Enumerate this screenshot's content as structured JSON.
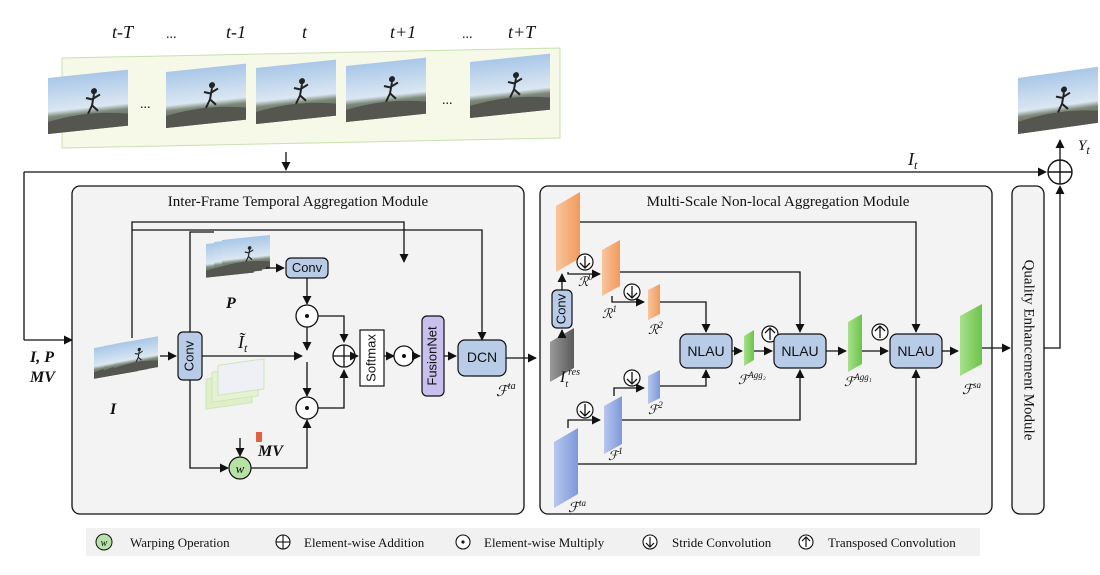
{
  "frame_labels": [
    "t-T",
    "...",
    "t-1",
    "t",
    "t+1",
    "...",
    "t+T"
  ],
  "frame_dots": [
    "...",
    "..."
  ],
  "modules": {
    "temporal": "Inter-Frame Temporal Aggregation Module",
    "nonlocal": "Multi-Scale Non-local Aggregation Module",
    "quality": "Quality Enhancement Module"
  },
  "labels": {
    "input": "I, P",
    "mv": "MV",
    "I": "I",
    "P": "P",
    "MV_label": "MV",
    "I_tilde": "Ĩ",
    "I_tilde_sub": "t",
    "I_t": "I",
    "I_t_sub": "t",
    "Y": "Y",
    "Y_sub": "t",
    "I_res": "I",
    "I_res_sub": "t",
    "I_res_sup": "res",
    "F_ta": "ℱ",
    "F_ta_sup": "ta",
    "F_ta2": "ℱ",
    "F_ta2_sup": "ta",
    "R0": "ℛ",
    "R0_sup": "0",
    "R1": "ℛ",
    "R1_sup": "1",
    "R2": "ℛ",
    "R2_sup": "2",
    "F1": "ℱ",
    "F1_sup": "1",
    "F2": "ℱ",
    "F2_sup": "2",
    "F_agg2": "ℱ",
    "F_agg2_sup": "Agg₂",
    "F_agg1": "ℱ",
    "F_agg1_sup": "Agg₁",
    "F_sa": "ℱ",
    "F_sa_sup": "sa",
    "w": "w"
  },
  "boxes": {
    "conv_main": "Conv",
    "conv_p": "Conv",
    "softmax": "Softmax",
    "fusionnet": "FusionNet",
    "dcn": "DCN",
    "conv_res": "Conv",
    "nlau1": "NLAU",
    "nlau2": "NLAU",
    "nlau3": "NLAU"
  },
  "legend": [
    {
      "icon": "warping-icon",
      "text": "Warping Operation"
    },
    {
      "icon": "addition-icon",
      "text": "Element-wise Addition"
    },
    {
      "icon": "multiply-icon",
      "text": "Element-wise Multiply"
    },
    {
      "icon": "stride-conv-icon",
      "text": "Stride Convolution"
    },
    {
      "icon": "transposed-conv-icon",
      "text": "Transposed Convolution"
    }
  ],
  "colors": {
    "module_bg": "#f3f3f3",
    "box_blue": "#b8cce8",
    "box_purple": "#c9c0ee",
    "orange": "#f5b07e",
    "blue": "#8fa8e0",
    "green": "#8fd46f",
    "warp_green": "#b6e2a6"
  }
}
